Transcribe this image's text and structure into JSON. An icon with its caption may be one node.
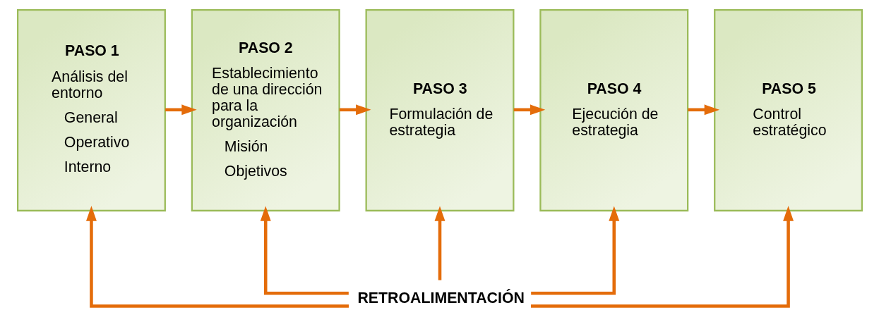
{
  "diagram": {
    "nodes": [
      {
        "text": [
          "PASO 1",
          "Análisis del entorno",
          "General",
          "Operativo",
          "Interno"
        ]
      },
      {
        "text": [
          "PASO 2",
          "Establecimiento de una dirección para la organización",
          "Misión",
          "Objetivos"
        ]
      },
      {
        "text": [
          "PASO 3",
          "Formulación de estrategia"
        ]
      },
      {
        "text": [
          "PASO 4",
          "Ejecución de estrategia"
        ]
      },
      {
        "text": [
          "PASO 5",
          "Control estratégico"
        ]
      },
      {
        "text": [
          "RETROALIMENTACIÓN"
        ]
      }
    ],
    "edges": [
      {
        "from": 0,
        "to": 1,
        "arrow": "to"
      },
      {
        "from": 1,
        "to": 2,
        "arrow": "to"
      },
      {
        "from": 2,
        "to": 3,
        "arrow": "to"
      },
      {
        "from": 3,
        "to": 4,
        "arrow": "to"
      },
      {
        "from": 5,
        "to": 0,
        "arrow": "to"
      },
      {
        "from": 5,
        "to": 1,
        "arrow": "to"
      },
      {
        "from": 5,
        "to": 2,
        "arrow": "to"
      },
      {
        "from": 5,
        "to": 3,
        "arrow": "to"
      },
      {
        "from": 5,
        "to": 4,
        "arrow": "to"
      }
    ]
  }
}
